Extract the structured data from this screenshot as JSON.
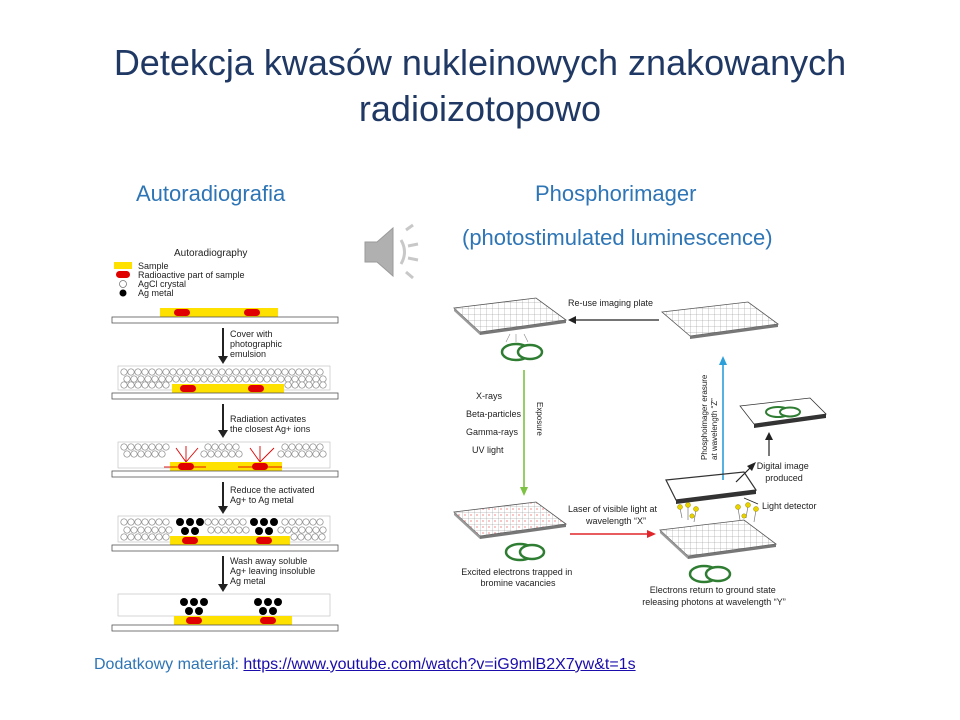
{
  "slide": {
    "title_line1": "Detekcja kwasów nukleinowych znakowanych",
    "title_line2": "radioizotopowo",
    "left_heading": "Autoradiografia",
    "right_heading": "Phosphorimager",
    "right_subheading": "(photostimulated luminescence)",
    "footer_label": "Dodatkowy materiał:",
    "footer_link": "https://www.youtube.com/watch?v=iG9mlB2X7yw&t=1s"
  },
  "autoradiography": {
    "title": "Autoradiography",
    "legend": [
      "Sample",
      "Radioactive part of sample",
      "AgCl crystal",
      "Ag metal"
    ],
    "steps": [
      "Cover with photographic emulsion",
      "Radiation activates the closest Ag+ ions",
      "Reduce the activated Ag+ to Ag metal",
      "Wash away soluble Ag+ leaving insoluble Ag metal"
    ],
    "step_lines": [
      [
        "Cover with",
        "photographic",
        "emulsion"
      ],
      [
        "Radiation activates",
        "the closest Ag+ ions"
      ],
      [
        "Reduce the activated",
        "Ag+ to Ag metal"
      ],
      [
        "Wash away soluble",
        "Ag+ leaving insoluble",
        "Ag metal"
      ]
    ],
    "colors": {
      "sample": "#ffe100",
      "radioactive": "#e00000",
      "ag_metal": "#000000"
    }
  },
  "phosphorimager": {
    "reuse": "Re-use imaging plate",
    "exposure": "Exposure",
    "sources": [
      "X-rays",
      "Beta-particles",
      "Gamma-rays",
      "UV light"
    ],
    "laser": [
      "Laser of visible light at",
      "wavelength “X”"
    ],
    "excited": [
      "Excited electrons trapped in",
      "bromine vacancies"
    ],
    "return": [
      "Electrons return to ground state",
      "releasing photons at wavelength “Y”"
    ],
    "detector": "Light detector",
    "digital": [
      "Digital image",
      "produced"
    ],
    "erasure": [
      "Phosphoimager erasure",
      "at wavelength “Z”"
    ],
    "colors": {
      "exposure": "#7dc242",
      "laser": "#e0262b",
      "erasure": "#2b9fd9"
    }
  },
  "icons": {
    "speaker": "speaker-icon"
  }
}
